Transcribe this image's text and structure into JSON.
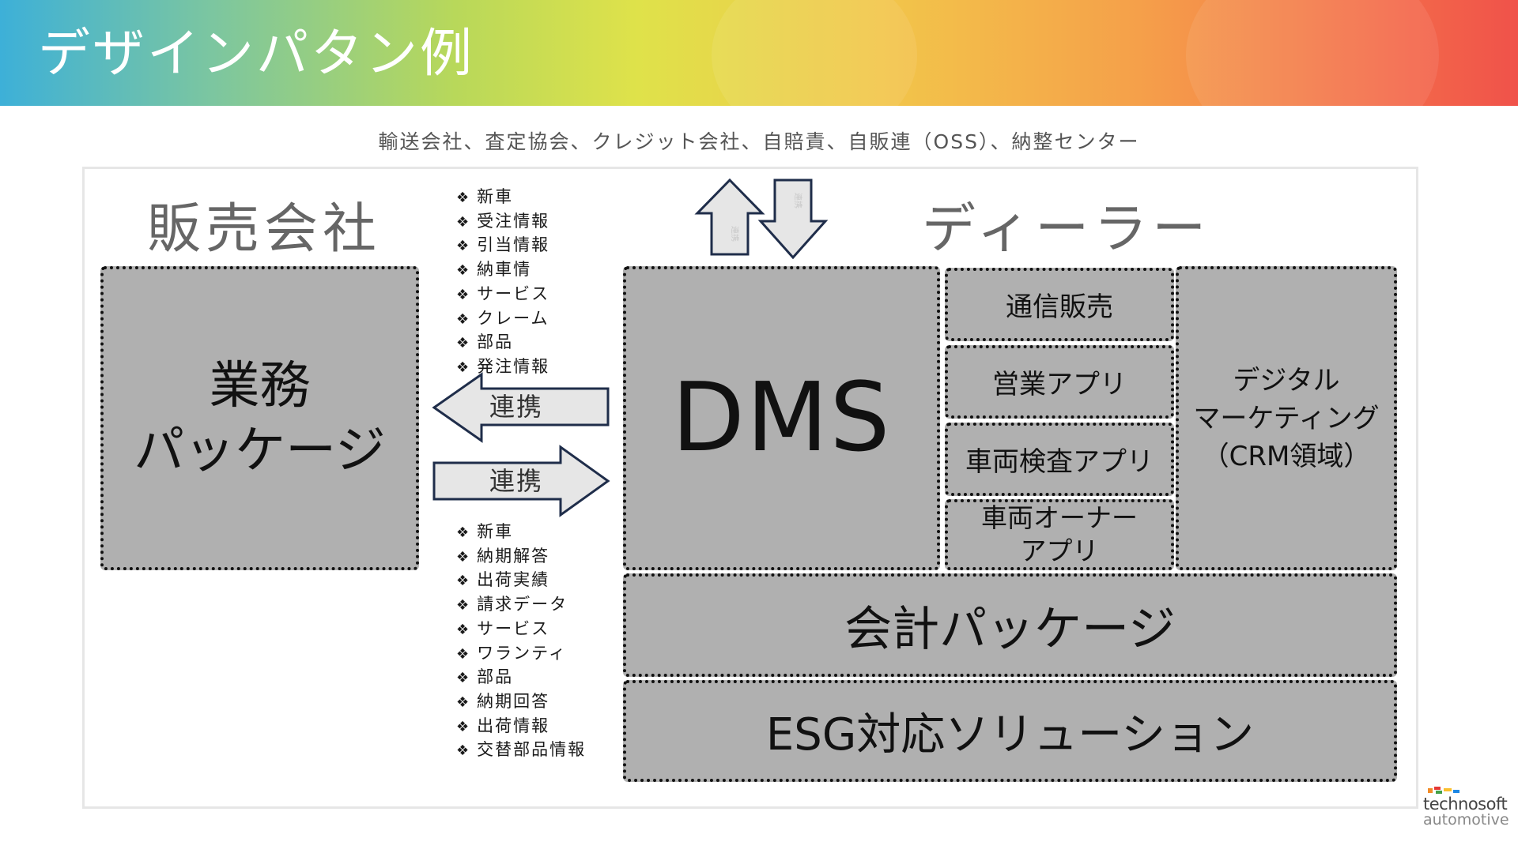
{
  "slide": {
    "title": "デザインパタン例"
  },
  "partners_text": "輸送会社、査定協会、クレジット会社、自賠責、自販連（OSS）、納整センター",
  "left_section": {
    "heading": "販売会社",
    "box_line1": "業務",
    "box_line2": "パッケージ"
  },
  "right_section": {
    "heading": "ディーラー",
    "dms": "DMS",
    "tsushin": "通信販売",
    "eigyo": "営業アプリ",
    "kensa": "車両検査アプリ",
    "owner_line1": "車両オーナー",
    "owner_line2": "アプリ",
    "digital_line1": "デジタル",
    "digital_line2": "マーケティング",
    "digital_line3": "（CRM領域）",
    "kaikei": "会計パッケージ",
    "esg": "ESG対応ソリューション"
  },
  "arrows": {
    "left_label": "連携",
    "right_label": "連携",
    "up_label": "連携",
    "down_label": "連携"
  },
  "list_top": [
    "新車",
    "受注情報",
    "引当情報",
    "納車情",
    "サービス",
    "クレーム",
    "部品",
    "発注情報"
  ],
  "list_bottom": [
    "新車",
    "納期解答",
    "出荷実績",
    "請求データ",
    "サービス",
    "ワランティ",
    "部品",
    "納期回答",
    "出荷情報",
    "交替部品情報"
  ],
  "bullet_glyph": "❖",
  "logo": {
    "line1": "technosoft",
    "line2": "automotive"
  },
  "colors": {
    "box_fill": "#b0b0b0",
    "box_border": "#111111",
    "arrow_fill": "#e6e6e6",
    "arrow_stroke": "#1f2d4a",
    "heading": "#666666"
  }
}
